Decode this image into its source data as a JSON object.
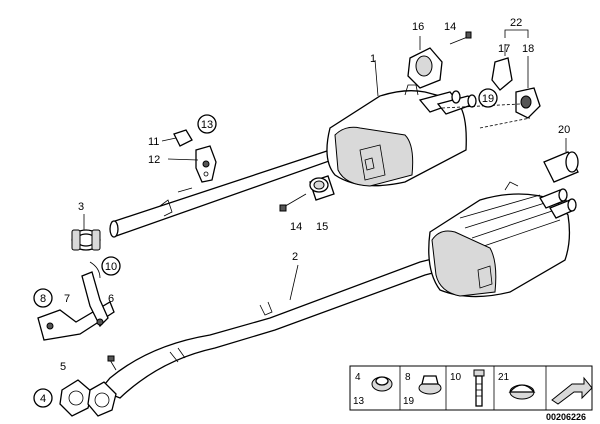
{
  "labels": {
    "l1": "1",
    "l2": "2",
    "l3": "3",
    "l4": "4",
    "l5": "5",
    "l6": "6",
    "l7": "7",
    "l8": "8",
    "l10": "10",
    "l11": "11",
    "l12": "12",
    "l13": "13",
    "l14a": "14",
    "l14b": "14",
    "l15": "15",
    "l16": "16",
    "l17": "17",
    "l18": "18",
    "l19": "19",
    "l20": "20",
    "l22": "22"
  },
  "legend": {
    "c1_top": "4",
    "c1_bot": "13",
    "c2_top": "8",
    "c2_bot": "19",
    "c3_top": "10",
    "c4_top": "21"
  },
  "reference": "00206226"
}
